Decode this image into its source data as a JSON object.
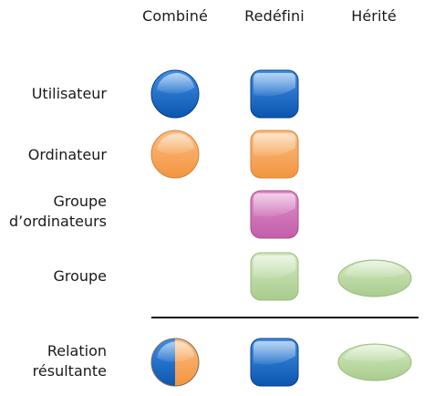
{
  "columns": {
    "combined": "Combiné",
    "redefined": "Redéfini",
    "inherited": "Hérité"
  },
  "rows": {
    "user": {
      "label": "Utilisateur"
    },
    "computer": {
      "label": "Ordinateur"
    },
    "computer_group": {
      "label_line1": "Groupe",
      "label_line2": "d’ordinateurs"
    },
    "group": {
      "label": "Groupe"
    },
    "result": {
      "label_line1": "Relation",
      "label_line2": "résultante"
    }
  },
  "colors": {
    "user_blue": "#1565c8",
    "computer_orange": "#f6a45c",
    "computer_group_pink": "#cf72b7",
    "group_green": "#bcd9a4"
  },
  "icons": {
    "user_combined": "blue-circle-icon",
    "user_redefined": "blue-rounded-square-icon",
    "computer_combined": "orange-circle-icon",
    "computer_redefined": "orange-rounded-square-icon",
    "computer_group_redefined": "pink-rounded-square-icon",
    "group_redefined": "green-rounded-square-icon",
    "group_inherited": "green-ellipse-icon",
    "result_combined": "split-blue-orange-circle-icon",
    "result_redefined": "blue-rounded-square-icon",
    "result_inherited": "green-ellipse-icon"
  }
}
